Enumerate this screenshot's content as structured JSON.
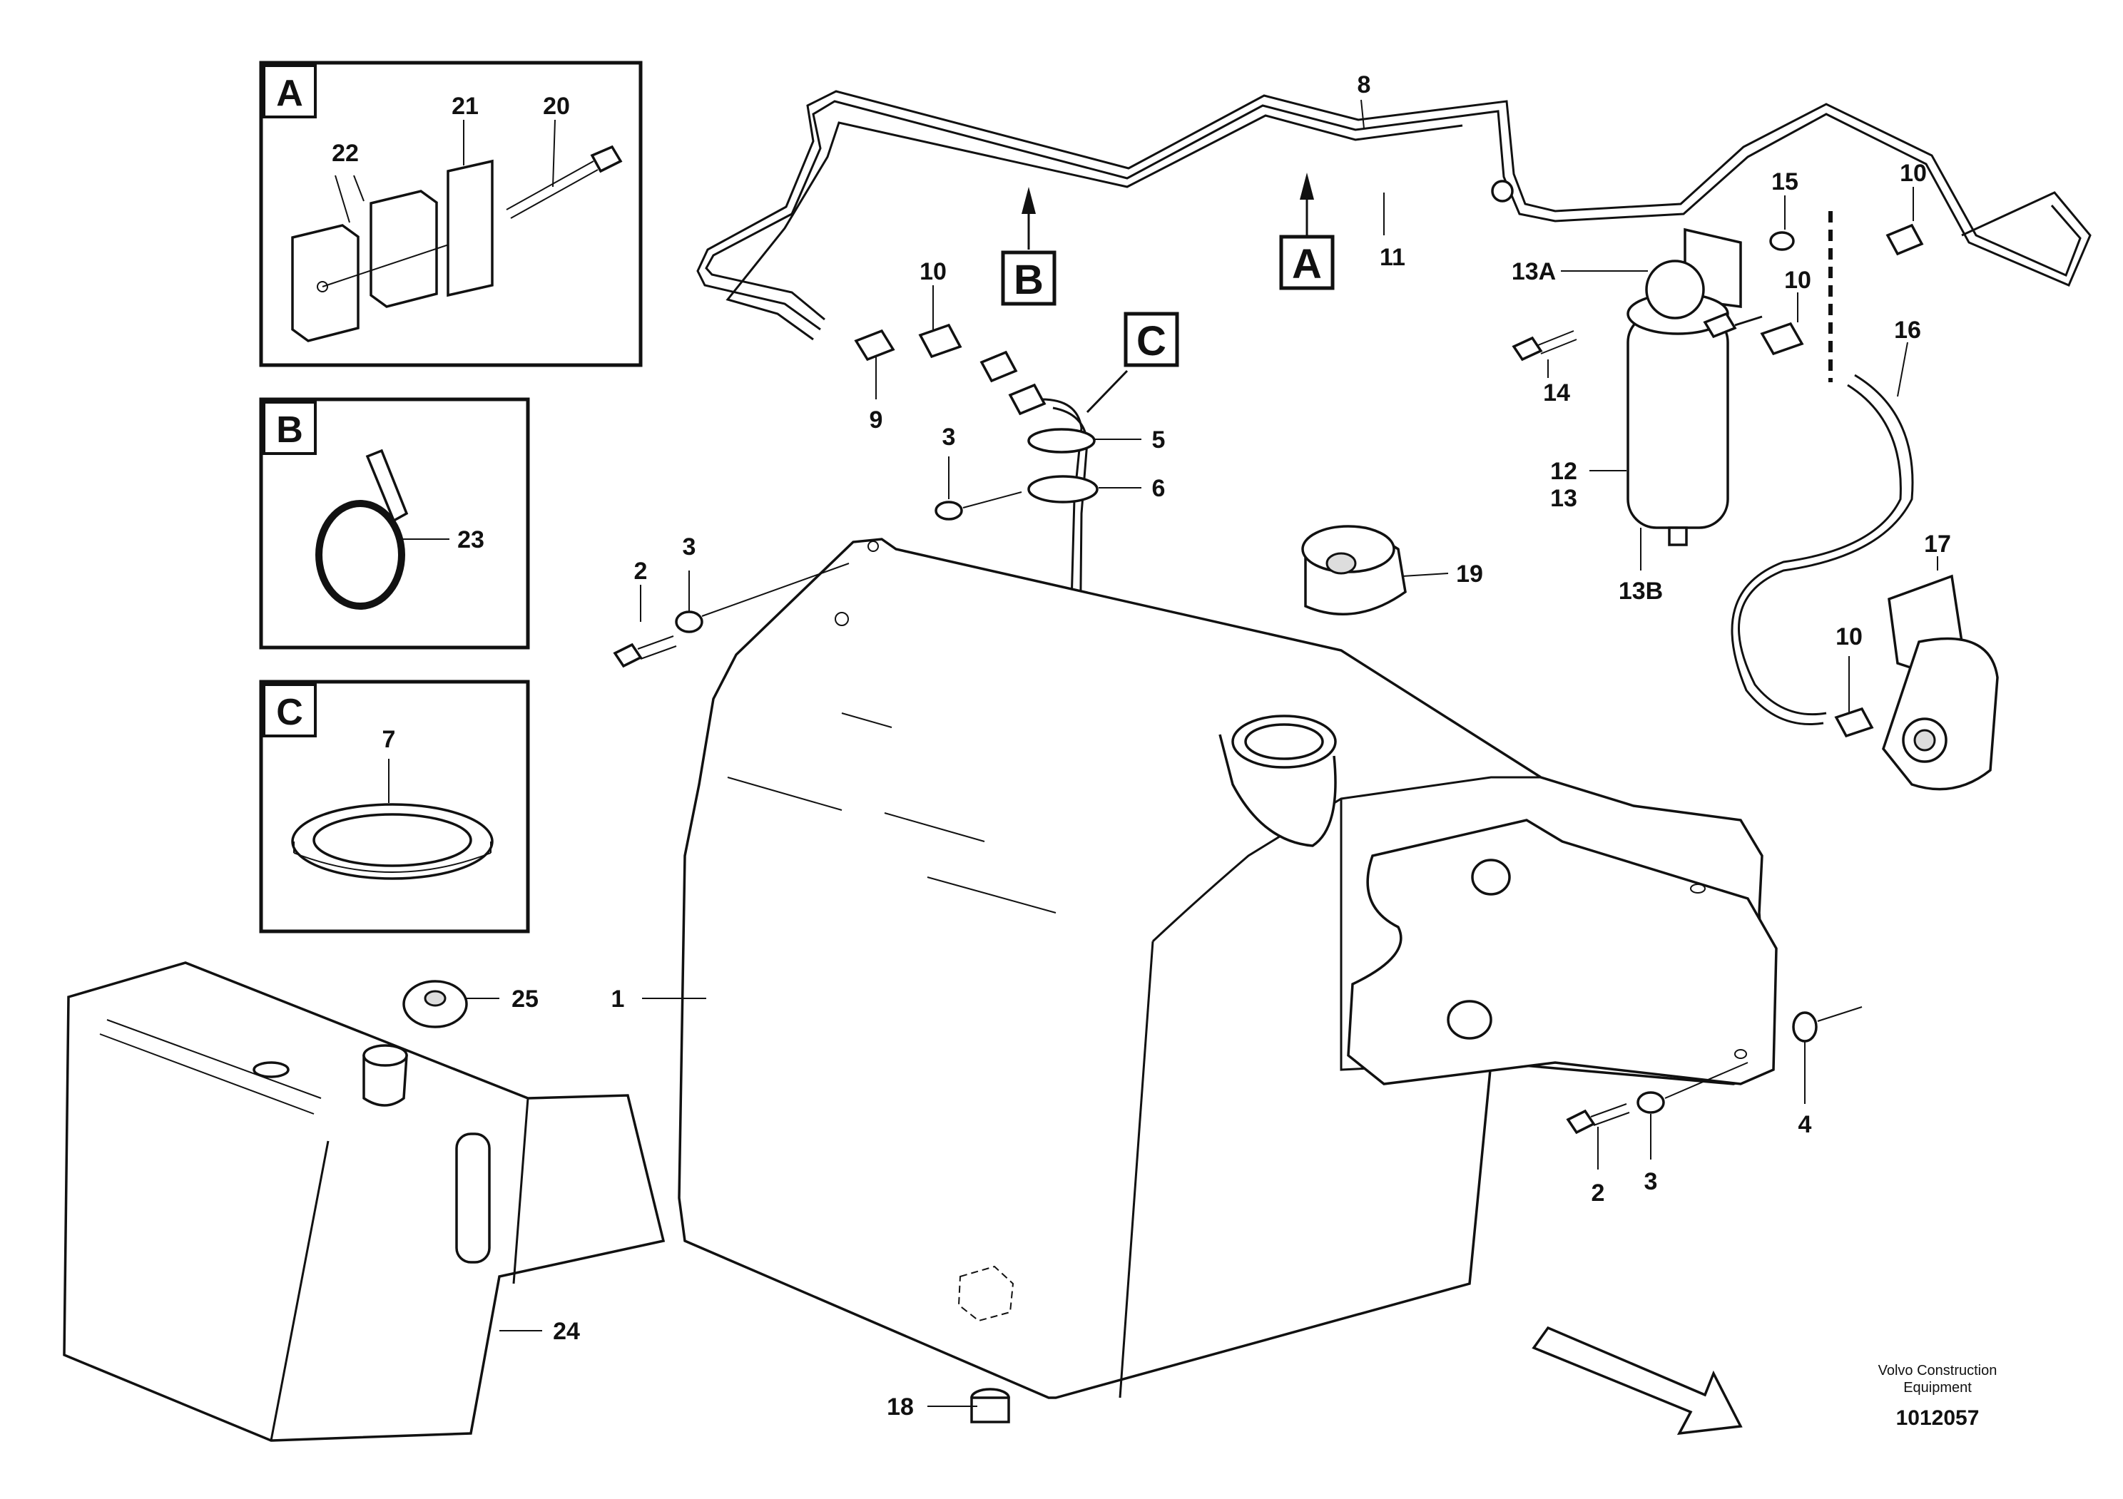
{
  "insets": [
    {
      "letter": "A",
      "labels": [
        "22",
        "21",
        "20"
      ]
    },
    {
      "letter": "B",
      "labels": [
        "23"
      ]
    },
    {
      "letter": "C",
      "labels": [
        "7"
      ]
    }
  ],
  "callouts": [
    "B",
    "A",
    "C"
  ],
  "parts": {
    "p1": "1",
    "p2a": "2",
    "p2b": "2",
    "p3a": "3",
    "p3b": "3",
    "p3c": "3",
    "p4": "4",
    "p5": "5",
    "p6": "6",
    "p8": "8",
    "p9": "9",
    "p10a": "10",
    "p10b": "10",
    "p10c": "10",
    "p10d": "10",
    "p11": "11",
    "p12": "12",
    "p13": "13",
    "p13a": "13A",
    "p13b": "13B",
    "p14": "14",
    "p15": "15",
    "p16": "16",
    "p17": "17",
    "p18": "18",
    "p19": "19",
    "p24": "24",
    "p25": "25"
  },
  "footer": {
    "brand_line1": "Volvo Construction",
    "brand_line2": "Equipment",
    "doc_number": "1012057"
  }
}
